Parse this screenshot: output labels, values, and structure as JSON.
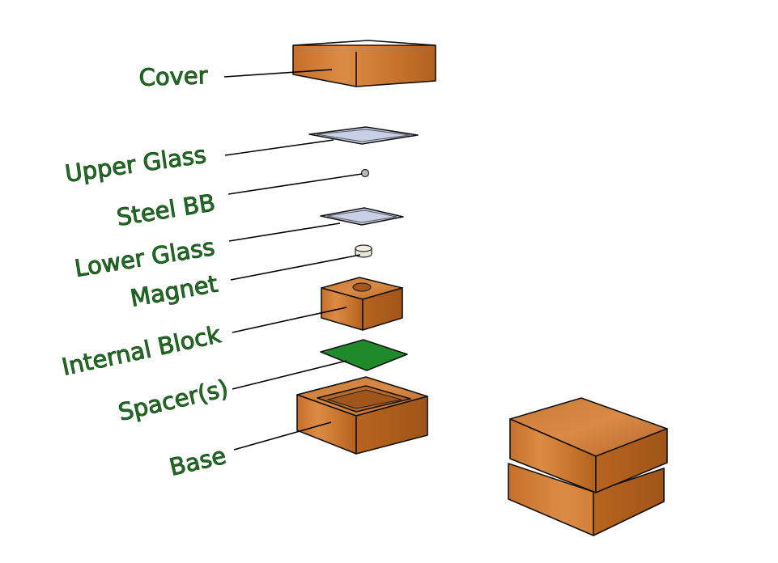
{
  "labels": {
    "cover": "Cover",
    "upper_glass": "Upper Glass",
    "steel_bb": "Steel BB",
    "lower_glass": "Lower Glass",
    "magnet": "Magnet",
    "internal_block": "Internal Block",
    "spacers": "Spacer(s)",
    "base": "Base"
  },
  "colors": {
    "label_fill": "#1f6b22",
    "wood_light": "#d8843b",
    "wood_mid": "#c0702c",
    "wood_dark": "#a65a1f",
    "glass": "#c8d0e8",
    "spacer": "#1f8a2a",
    "steel": "#b8b8b8"
  }
}
